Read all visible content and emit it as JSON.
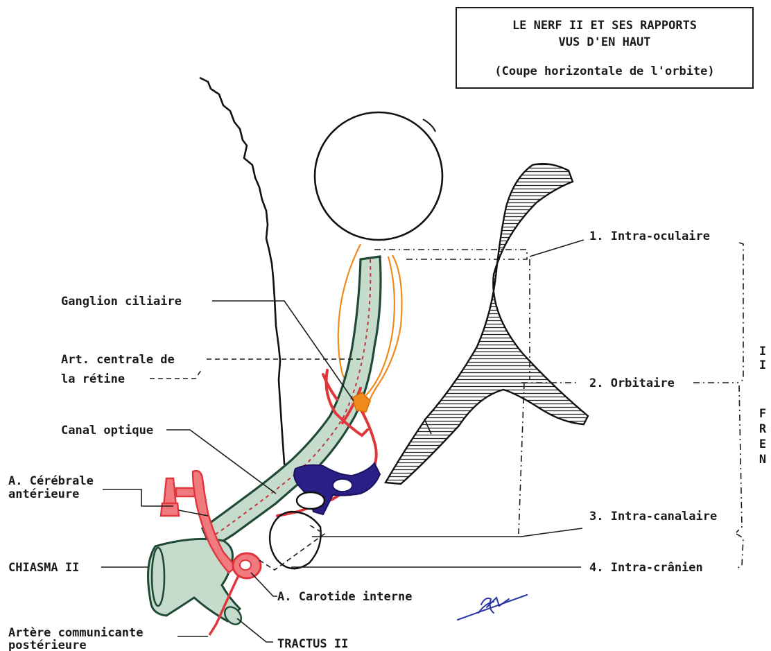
{
  "title": {
    "line1": "LE NERF II  ET SES RAPPORTS",
    "line2": "VUS D'EN HAUT",
    "line3": "(Coupe horizontale de l'orbite)"
  },
  "labels": {
    "ganglion": "Ganglion ciliaire",
    "art_centrale_1": "Art. centrale de",
    "art_centrale_2": "la rétine",
    "canal": "Canal optique",
    "cerebrale_1": "A. Cérébrale",
    "cerebrale_2": "antérieure",
    "chiasma": "CHIASMA II",
    "carotide": "A. Carotide interne",
    "communicante_1": "Artère communicante",
    "communicante_2": "postérieure",
    "tractus": "TRACTUS II"
  },
  "segments": [
    {
      "label": "1. Intra-oculaire"
    },
    {
      "label": "2. Orbitaire"
    },
    {
      "label": "3. Intra-canalaire"
    },
    {
      "label": "4. Intra-crânien"
    }
  ],
  "side_label": {
    "letters": [
      "N",
      "E",
      "R",
      "F",
      "",
      "I",
      "I"
    ]
  },
  "colors": {
    "nerve_fill": "#c5dccd",
    "nerve_stroke": "#1f4a36",
    "artery": "#e0353a",
    "artery_fill": "#f07a7e",
    "orange_nerve": "#f08a1c",
    "vein_purple": "#2a1f86",
    "bone_hatch": "#222222"
  }
}
